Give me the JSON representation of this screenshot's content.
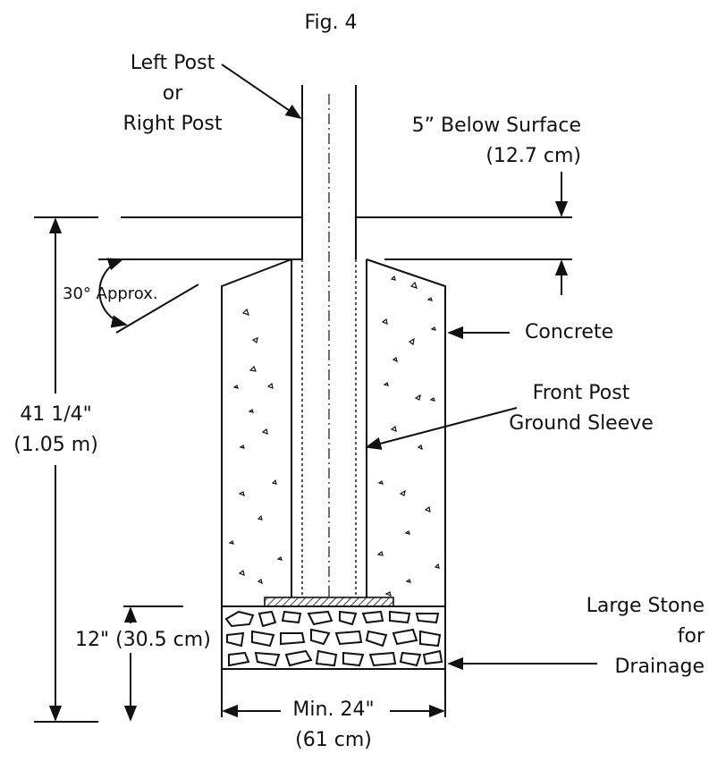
{
  "figure": {
    "title": "Fig. 4"
  },
  "labels": {
    "post": [
      "Left Post",
      "or",
      "Right Post"
    ],
    "below_surface": [
      "5” Below Surface",
      "(12.7 cm)"
    ],
    "angle": "30° Approx.",
    "concrete": "Concrete",
    "sleeve": [
      "Front Post",
      "Ground Sleeve"
    ],
    "depth": [
      "41 1/4\"",
      "(1.05 m)"
    ],
    "stone_depth": "12\" (30.5 cm)",
    "stone": [
      "Large Stone",
      "for",
      "Drainage"
    ],
    "width": [
      "Min. 24\"",
      "(61 cm)"
    ]
  },
  "colors": {
    "ink": "#111111",
    "background": "#ffffff"
  }
}
